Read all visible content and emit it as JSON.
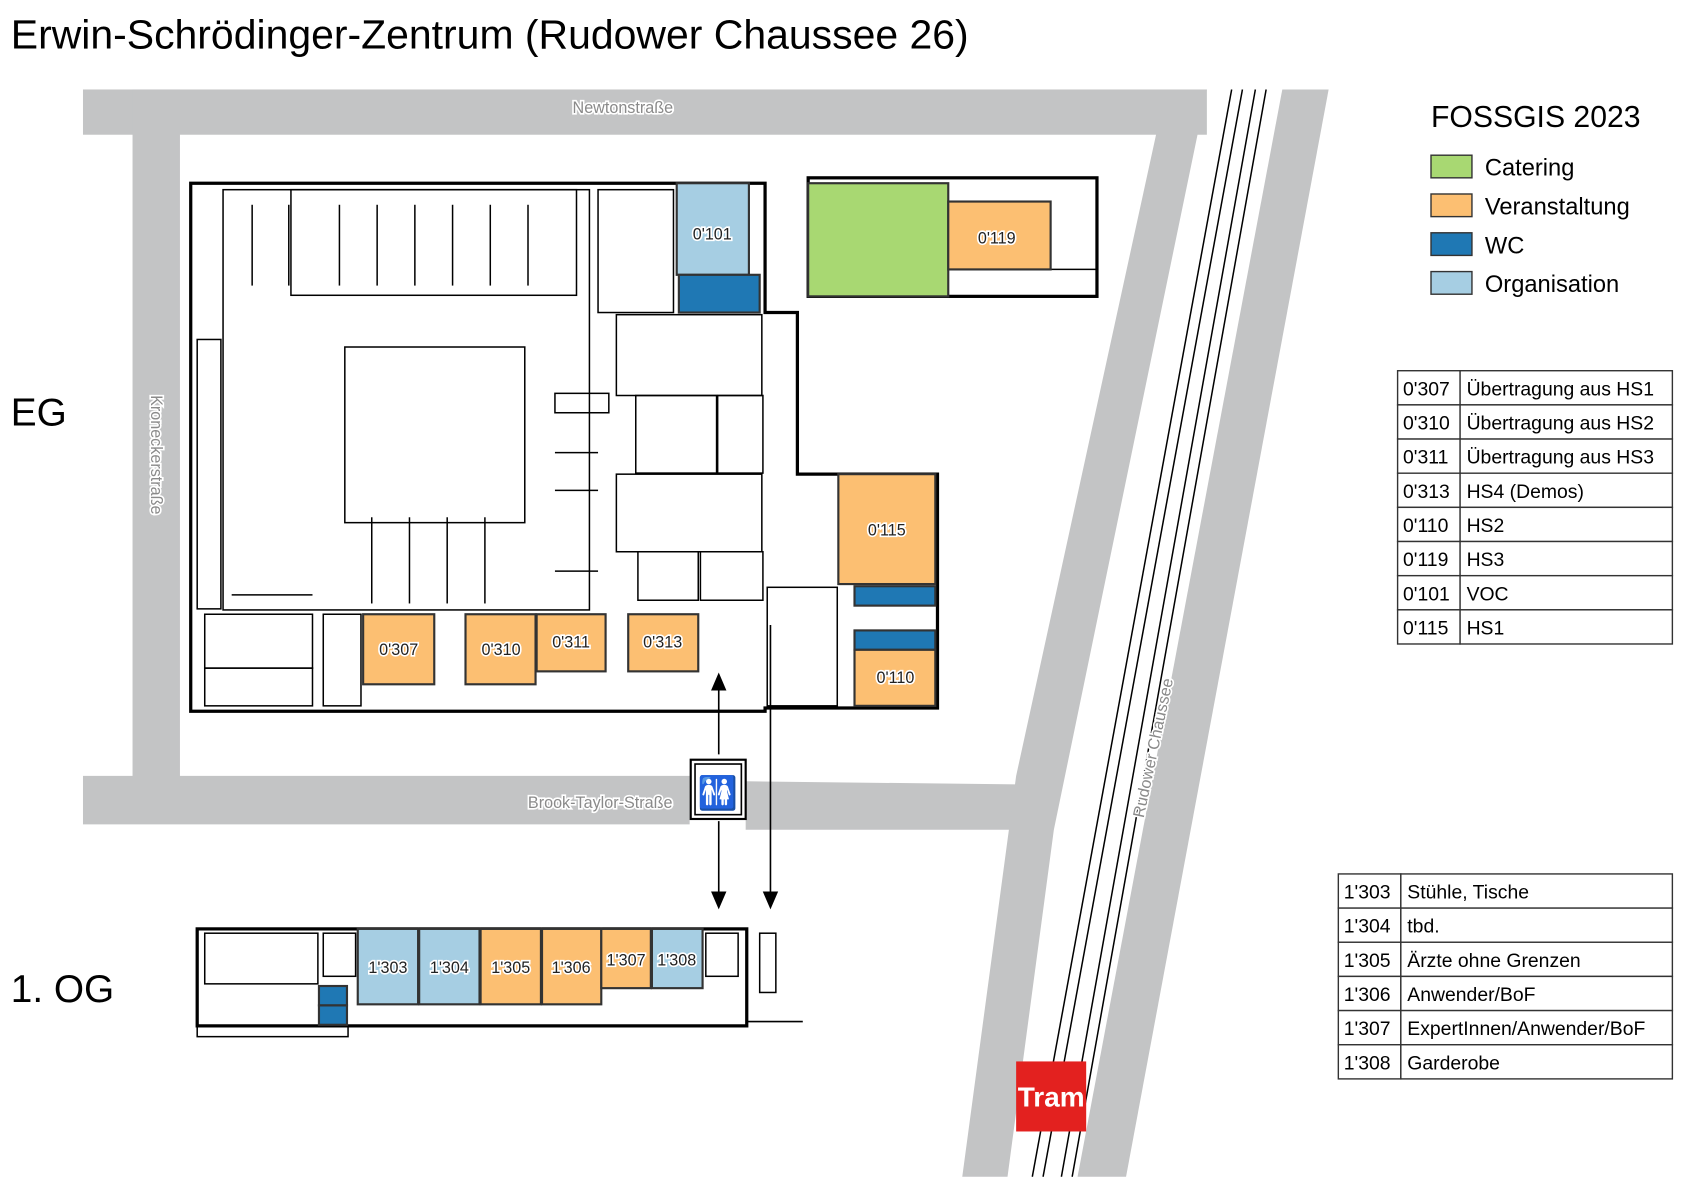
{
  "title": "Erwin-Schrödinger-Zentrum (Rudower Chaussee 26)",
  "floors": {
    "ground": "EG",
    "first": "1. OG"
  },
  "streets": {
    "north": "Newtonstraße",
    "west": "Kroneckerstraße",
    "south": "Brook-Taylor-Straße",
    "east": "Rudower Chaussee"
  },
  "legend": {
    "title": "FOSSGIS 2023",
    "items": [
      {
        "label": "Catering",
        "color": "#a8d872"
      },
      {
        "label": "Veranstaltung",
        "color": "#fcbf72"
      },
      {
        "label": "WC",
        "color": "#1f78b4"
      },
      {
        "label": "Organisation",
        "color": "#a6cee3"
      }
    ]
  },
  "rooms_eg": [
    "0'101",
    "0'119",
    "0'115",
    "0'110",
    "0'307",
    "0'310",
    "0'311",
    "0'313"
  ],
  "rooms_og": [
    "1'303",
    "1'304",
    "1'305",
    "1'306",
    "1'307",
    "1'308"
  ],
  "table_eg": [
    {
      "room": "0'307",
      "use": "Übertragung aus HS1"
    },
    {
      "room": "0'310",
      "use": "Übertragung aus HS2"
    },
    {
      "room": "0'311",
      "use": "Übertragung aus HS3"
    },
    {
      "room": "0'313",
      "use": "HS4 (Demos)"
    },
    {
      "room": "0'110",
      "use": "HS2"
    },
    {
      "room": "0'119",
      "use": "HS3"
    },
    {
      "room": "0'101",
      "use": "VOC"
    },
    {
      "room": "0'115",
      "use": "HS1"
    }
  ],
  "table_og": [
    {
      "room": "1'303",
      "use": "Stühle, Tische"
    },
    {
      "room": "1'304",
      "use": "tbd."
    },
    {
      "room": "1'305",
      "use": "Ärzte ohne Grenzen"
    },
    {
      "room": "1'306",
      "use": "Anwender/BoF"
    },
    {
      "room": "1'307",
      "use": "ExpertInnen/Anwender/BoF"
    },
    {
      "room": "1'308",
      "use": "Garderobe"
    }
  ],
  "tram": "Tram"
}
